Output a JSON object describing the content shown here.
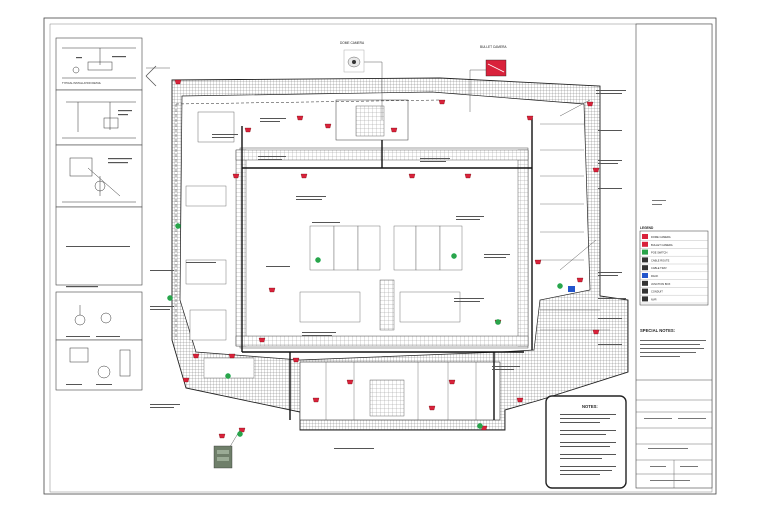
{
  "callouts": {
    "dome_camera": "DOME CAMERA",
    "bullet_camera": "BULLET CAMERA",
    "detail_typical": "TYPICAL INSTALLATION DETAIL"
  },
  "legend": {
    "title": "LEGEND",
    "rows": [
      {
        "symbol_color": "#d9223b",
        "label": "DOME CAMERA"
      },
      {
        "symbol_color": "#d9223b",
        "label": "BULLET CAMERA"
      },
      {
        "symbol_color": "#2aa44a",
        "label": "POE SWITCH"
      },
      {
        "symbol_color": "#333333",
        "label": "CABLE ROUTE"
      },
      {
        "symbol_color": "#333333",
        "label": "CABLE TRAY"
      },
      {
        "symbol_color": "#2255cc",
        "label": "RACK"
      },
      {
        "symbol_color": "#333333",
        "label": "JUNCTION BOX"
      },
      {
        "symbol_color": "#333333",
        "label": "CONDUIT"
      },
      {
        "symbol_color": "#333333",
        "label": "NVR"
      }
    ]
  },
  "special_notes": {
    "title": "SPECIAL NOTES:"
  },
  "notes_box": {
    "title": "NOTES:"
  },
  "colors": {
    "camera": "#d9223b",
    "switch": "#2aa44a",
    "rack": "#2255cc",
    "line": "#222222"
  }
}
